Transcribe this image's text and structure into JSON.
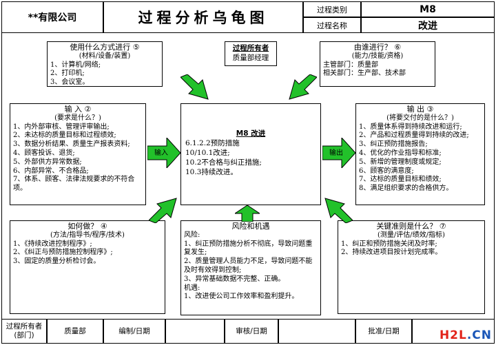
{
  "header": {
    "company": "**有限公司",
    "title": "过程分析乌龟图",
    "process_type_label": "过程类别",
    "process_type_value": "M8",
    "process_name_label": "过程名称",
    "process_name_value": "改进"
  },
  "resources": {
    "title": "使用什么方式进行 ⑤",
    "subtitle": "(材料/设备/装置)",
    "items": [
      "1、计算机/网络;",
      "2、打印机;",
      "3、会议室。"
    ]
  },
  "owner": {
    "title": "过程所有者",
    "value": "质量部经理"
  },
  "people": {
    "title": "由谁进行？ ⑥",
    "subtitle": "(能力/技能/资格)",
    "items": [
      "主管部门：质量部",
      "相关部门：生产部、技术部"
    ]
  },
  "inputs": {
    "title": "输  入 ②",
    "subtitle": "(要求是什么？)",
    "items": [
      "1、内外部审核、管理评审输出;",
      "2、未达标的质量目标和过程绩效;",
      "3、数据分析结果、质量生产报表资料;",
      "4、顾客投诉、退货;",
      "5、外部供方异常数据;",
      "6、内部异常、不合格品;",
      "7、体系、顾客、法律法规要求的不符合项。"
    ]
  },
  "center": {
    "title": "M8 改进",
    "items": [
      "6.1.2.2预防措施",
      "10/10.1改进;",
      "10.2不合格与纠正措施;",
      "10.3持续改进。"
    ]
  },
  "outputs": {
    "title": "输  出 ③",
    "subtitle": "(将要交付的是什么？)",
    "items": [
      "1、质量体系得到持续改进和运行;",
      "2、产品和过程质量得到持续的改进;",
      "3、纠正预防措施报告;",
      "4、优化的作业指导和标准;",
      "5、新增的管理制度或规定;",
      "6、顾客的满意度;",
      "7、达标的质量目标和绩效;",
      "8、满足组织要求的合格供方。"
    ]
  },
  "methods": {
    "title": "如何做？ ④",
    "subtitle": "(方法/指导书/程序/技术)",
    "items": [
      "1、《持续改进控制程序》;",
      "2、《纠正与预防措施控制程序》;",
      "3、固定的质量分析检讨会。"
    ]
  },
  "risks": {
    "title": "风险和机遇",
    "items": [
      "风险:",
      "1、纠正预防措施分析不彻底，导致问题重复发生;",
      "2、质量管理人员能力不足，导致问题不能及时有效得到控制;",
      "3、异常基础数据不完整、正确。",
      "机遇:",
      "1、改进使公司工作效率和盈利提升。"
    ]
  },
  "criteria": {
    "title": "关键准则是什么？ ⑦",
    "subtitle": "(测量/评估/绩效/指标)",
    "items": [
      "1、纠正和预防措施关闭及时率;",
      "2、持续改进项目按计划完成率。"
    ]
  },
  "arrows": {
    "input_label": "输入",
    "output_label": "输出",
    "color": "#22c12a"
  },
  "footer": {
    "owner_label": "过程所有者(部门)",
    "owner_value": "质量部",
    "prepared_label": "编制/日期",
    "reviewed_label": "审核/日期",
    "approved_label": "批准/日期"
  },
  "watermark": {
    "text": "H2L.CN"
  }
}
